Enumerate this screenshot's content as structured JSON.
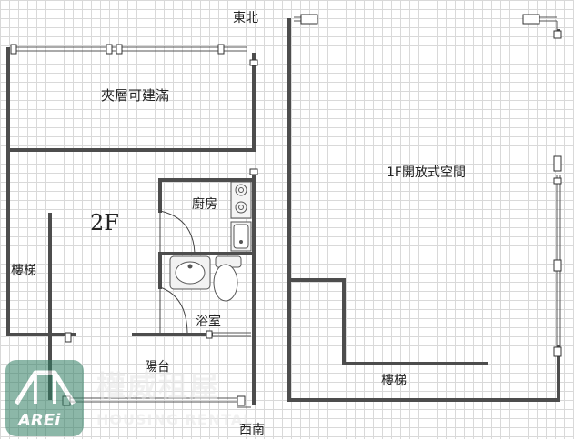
{
  "labels": {
    "northeast": "東北",
    "southwest": "西南",
    "mezzanine": "夾層可建滿",
    "floor_2f": "2F",
    "kitchen": "廚房",
    "stairs_left": "樓梯",
    "bathroom": "浴室",
    "balcony": "陽台",
    "open_space_1f": "1F開放式空間",
    "stairs_right": "樓梯"
  },
  "watermark": {
    "brand_mark": "AREi",
    "company_name": "權威租屋",
    "tagline": "HOUSING RENTAL"
  },
  "colors": {
    "wall": "#4d4d4d",
    "grid": "#d9d9d9",
    "watermark_green": "#2f7d62"
  }
}
